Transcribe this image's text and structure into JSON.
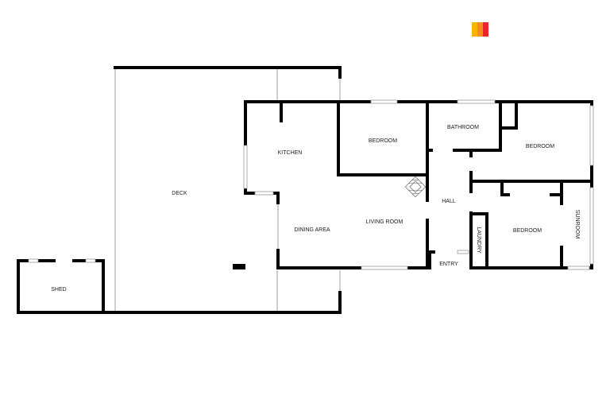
{
  "logo": {
    "colors": [
      "#f7b500",
      "#f28c1e",
      "#e8262c"
    ]
  },
  "rooms": {
    "deck": "DECK",
    "shed": "SHED",
    "kitchen": "KITCHEN",
    "dining": "DINING AREA",
    "living": "LIVING ROOM",
    "bedroom1": "BEDROOM",
    "bathroom": "BATHROOM",
    "bedroom2": "BEDROOM",
    "hall": "HALL",
    "bedroom3": "BEDROOM",
    "laundry": "LAUNDRY",
    "sunroom": "SUNROOM",
    "entry": "ENTRY"
  }
}
